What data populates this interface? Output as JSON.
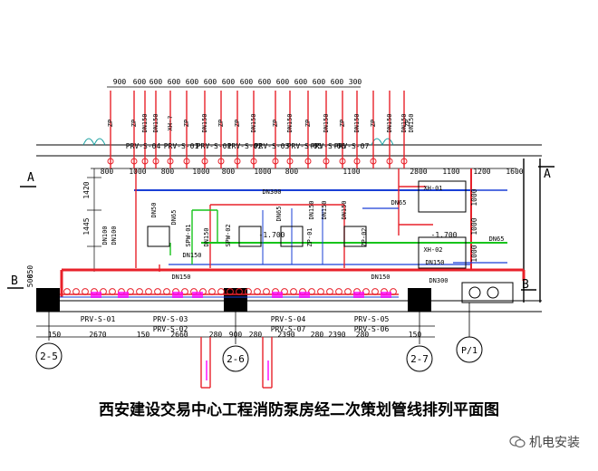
{
  "caption": "西安建设交易中心工程消防泵房经二次策划管线排列平面图",
  "brand": "机电安装",
  "icons": {
    "brand": "wechat-icon"
  },
  "colors": {
    "fire_pipe": "#e8212a",
    "sprinkler_pipe": "#1a3fd6",
    "drain_pipe": "#17c41c",
    "wall": "#000000",
    "dim": "#000000",
    "accent": "#ff00ff"
  },
  "top_dims": [
    "900",
    "600",
    "600",
    "600",
    "600",
    "600",
    "600",
    "600",
    "600",
    "600",
    "600",
    "600",
    "600",
    "300"
  ],
  "second_dims": [
    "800",
    "1000",
    "800",
    "1000",
    "800",
    "1000",
    "800",
    "1100",
    "2800",
    "1100",
    "1200",
    "1600"
  ],
  "riser_tags": [
    "ZP",
    "ZP",
    "DN150",
    "DN150",
    "XH-?",
    "ZP",
    "DN150",
    "ZP",
    "ZP",
    "DN150",
    "ZP",
    "DN150",
    "ZP",
    "DN150",
    "ZP",
    "DN150",
    "ZP",
    "DN150",
    "DN150",
    "ZP",
    "DN150"
  ],
  "pipe_ids": [
    "PRV-S-04",
    "PRV-S-01",
    "PRV-S-01",
    "PRV-S-02",
    "PRV-S-03",
    "PRV-S-05",
    "PRV-S-06",
    "PRV-S-07"
  ],
  "side_dims_left": [
    "1420",
    "1445",
    "850",
    "500"
  ],
  "side_dims_right": [
    "1000",
    "1000",
    "1000"
  ],
  "pipe_sizes": [
    "DN300",
    "DN150",
    "DN150",
    "DN150",
    "DN150",
    "DN150",
    "DN150",
    "DN300",
    "DN65",
    "DN65",
    "DN65",
    "DN65",
    "DN50",
    "DN100",
    "DN100",
    "DN150",
    "DN150"
  ],
  "pumps": [
    "SPW-01",
    "SPW-02",
    "ZP-01",
    "ZP-02",
    "XH-01",
    "XH-02"
  ],
  "elevations": [
    "-1.700",
    "-1.700"
  ],
  "bottom_labels": [
    "PRV-S-01",
    "PRV-S-03",
    "PRV-S-02",
    "PRV-S-04",
    "PRV-S-07",
    "PRV-S-05",
    "PRV-S-06"
  ],
  "bottom_dims": [
    "150",
    "2670",
    "150",
    "2660",
    "280",
    "900",
    "280",
    "2390",
    "280",
    "2390",
    "280",
    "150"
  ],
  "axis_labels": [
    "2-5",
    "2-6",
    "2-7",
    "P/1"
  ],
  "section_marks": [
    "A",
    "A",
    "B",
    "B"
  ]
}
